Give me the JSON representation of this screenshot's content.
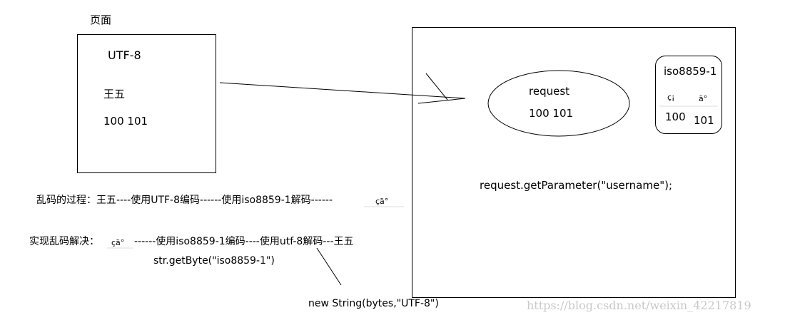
{
  "page_box": {
    "title": "页面",
    "encoding": "UTF-8",
    "name": "王五",
    "bytes": "100 101"
  },
  "server_box": {
    "request_label": "request",
    "request_bytes": "100 101",
    "iso_title": "iso8859-1",
    "iso_char_1": "ç¡",
    "iso_char_2": "ä°",
    "iso_byte_1": "100",
    "iso_byte_2": "101",
    "get_parameter": "request.getParameter(\"username\");"
  },
  "process": {
    "garbling_label": "乱码的过程：王五----使用UTF-8编码------使用iso8859-1解码------",
    "garbling_result": "çä°",
    "fix_label": "实现乱码解决：",
    "fix_chars": "çä°",
    "fix_steps": "------使用iso8859-1编码----使用utf-8解码---王五",
    "get_byte_call": "str.getByte(\"iso8859-1\")",
    "new_string_call": "new String(bytes,\"UTF-8\")"
  },
  "watermark": "https://blog.csdn.net/weixin_42217819",
  "colors": {
    "stroke": "#000000",
    "watermark": "#c9c9c9",
    "faint_line": "#dddddd"
  }
}
